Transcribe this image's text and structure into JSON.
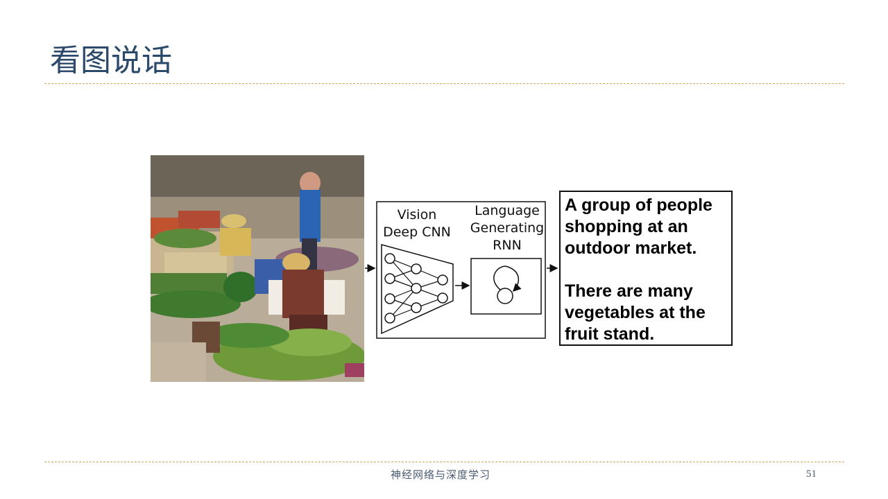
{
  "slide": {
    "title": "看图说话",
    "footer": "神经网络与深度学习",
    "page_number": "51"
  },
  "diagram": {
    "cnn_label_line1": "Vision",
    "cnn_label_line2": "Deep CNN",
    "rnn_label_line1": "Language",
    "rnn_label_line2": "Generating",
    "rnn_label_line3": "RNN",
    "caption_1": "A group of people shopping at an outdoor market.",
    "caption_2": "There are many vegetables at the fruit stand."
  },
  "colors": {
    "title": "#2b4a6b",
    "rule": "#d9a35a",
    "footer": "#4a5a70"
  }
}
